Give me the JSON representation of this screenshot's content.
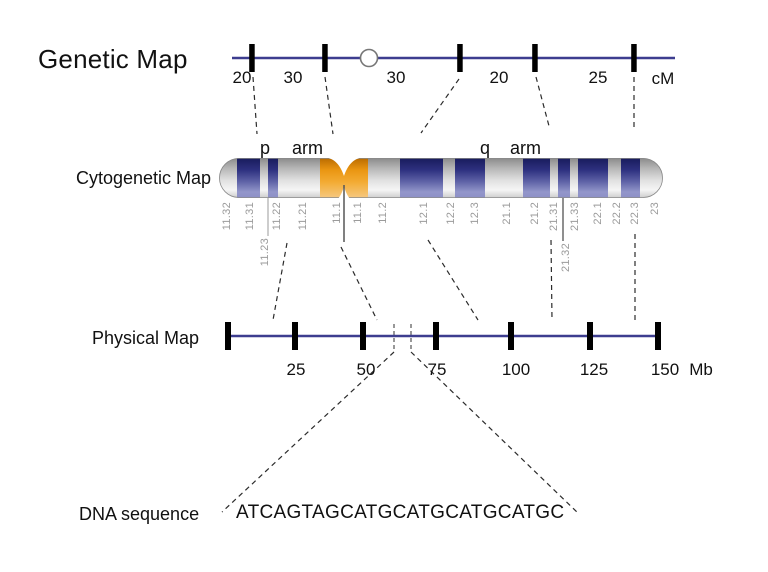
{
  "genetic_map": {
    "title": "Genetic Map",
    "interval_labels": [
      "20",
      "30",
      "30",
      "20",
      "25"
    ],
    "unit": "cM"
  },
  "cytogenetic_map": {
    "label": "Cytogenetic Map",
    "p_arm_letter": "p",
    "p_arm_word": "arm",
    "q_arm_letter": "q",
    "q_arm_word": "arm",
    "band_labels": [
      "11.32",
      "11.31",
      "11.22",
      "11.21",
      "11.1",
      "11.1",
      "11.2",
      "12.1",
      "12.2",
      "12.3",
      "21.1",
      "21.2",
      "21.31",
      "21.33",
      "22.1",
      "22.2",
      "22.3",
      "23"
    ],
    "offset_band_labels": [
      "11.23",
      "21.32"
    ]
  },
  "physical_map": {
    "label": "Physical Map",
    "tick_labels": [
      "25",
      "50",
      "75",
      "100",
      "125",
      "150"
    ],
    "unit": "Mb"
  },
  "dna_sequence": {
    "label": "DNA sequence",
    "sequence": "ATCAGTAGCATGCATGCATGCATGC"
  },
  "colors": {
    "map_line": "#3d3d8f",
    "tick": "#000000",
    "dashed_connector": "#2b2b2b",
    "band_blue_dark": "#181b5c",
    "band_blue_light": "#9396ca",
    "band_gray": "#c9c9c9",
    "centromere_orange": "#f0a02a",
    "band_label_gray": "#9b9b9b"
  }
}
